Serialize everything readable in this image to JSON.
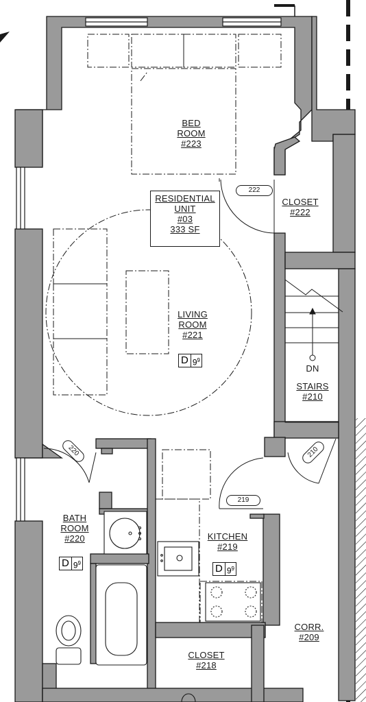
{
  "unit": {
    "lines": [
      "RESIDENTIAL",
      "UNIT",
      "#03",
      "333 SF"
    ]
  },
  "rooms": {
    "bedroom": [
      "BED",
      "ROOM",
      "#223"
    ],
    "closet222": [
      "CLOSET",
      "#222"
    ],
    "living": [
      "LIVING",
      "ROOM",
      "#221"
    ],
    "stairs": [
      "STAIRS",
      "#210"
    ],
    "bath": [
      "BATH",
      "ROOM",
      "#220"
    ],
    "kitchen": [
      "KITCHEN",
      "#219"
    ],
    "closet218": [
      "CLOSET",
      "#218"
    ],
    "corr": [
      "CORR.",
      "#209"
    ]
  },
  "stair_direction": "DN",
  "door_tags": {
    "d222": "222",
    "d219": "219",
    "d220": "220",
    "d210": "210"
  },
  "finish_tags": {
    "letter": "D",
    "living": "9",
    "living_sup": "9",
    "bath": "9",
    "bath_sup": "9",
    "kitchen": "9",
    "kitchen_sup": "9"
  },
  "colors": {
    "wall_fill": "#9a9a9a",
    "line": "#1a1a1a",
    "background": "#ffffff"
  }
}
